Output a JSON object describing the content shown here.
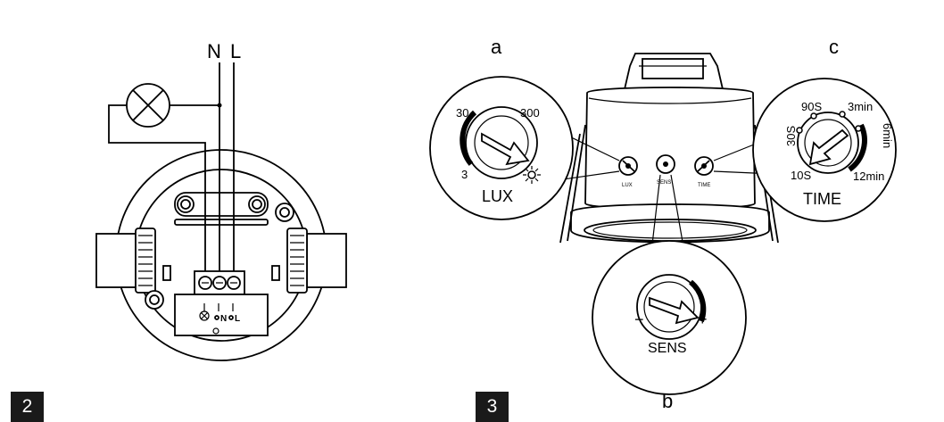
{
  "figure2": {
    "label": "2",
    "wire_n": "N",
    "wire_l": "L",
    "term_n": "N",
    "term_l": "L"
  },
  "figure3": {
    "label": "3",
    "callout_a": "a",
    "callout_b": "b",
    "callout_c": "c",
    "lux": {
      "title": "LUX",
      "min": "3",
      "mid": "30",
      "max": "300",
      "icon": "sun-icon"
    },
    "time": {
      "title": "TIME",
      "t1": "10S",
      "t2": "30S",
      "t3": "90S",
      "t4": "3min",
      "t5": "6min",
      "t6": "12min"
    },
    "sens": {
      "title": "SENS",
      "minus": "−",
      "plus": "+"
    },
    "body_labels": {
      "lux": "LUX",
      "sens": "SENS",
      "time": "TIME"
    }
  }
}
